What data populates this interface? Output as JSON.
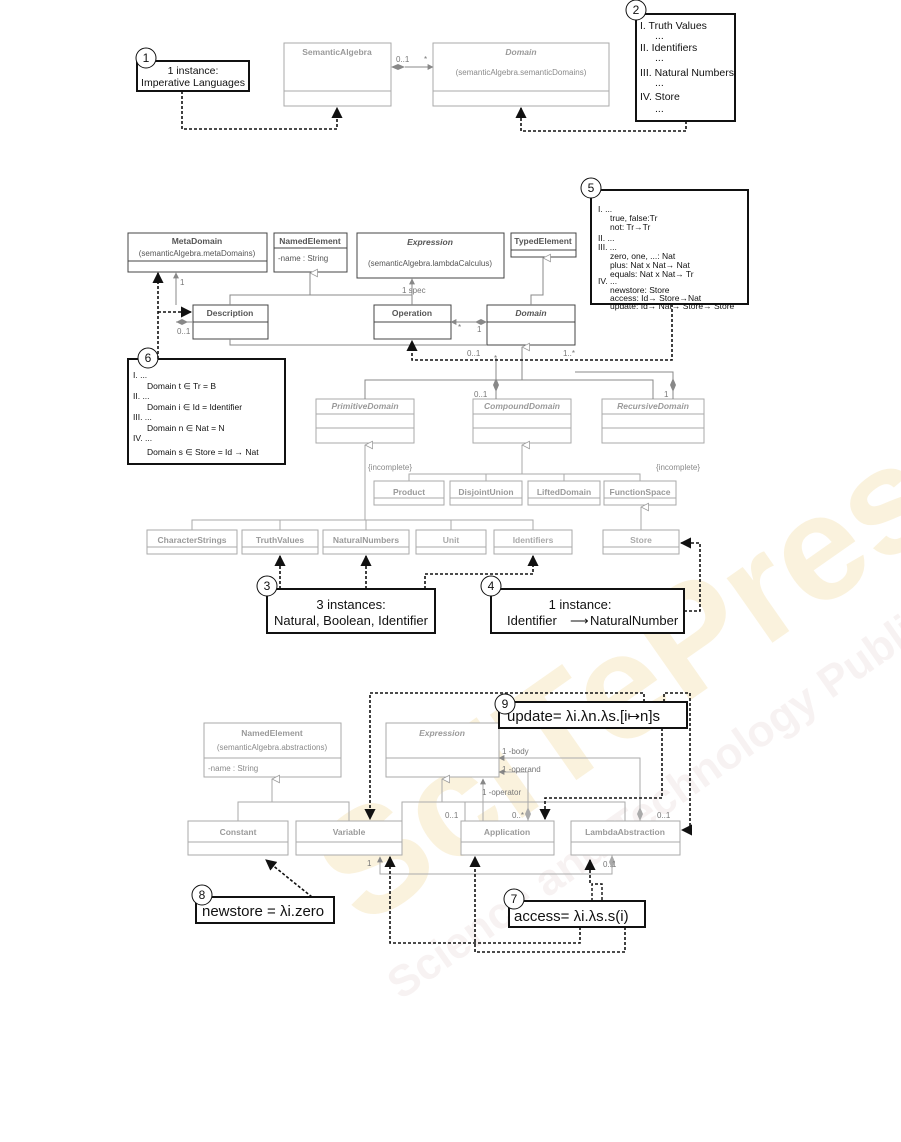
{
  "diagram_top": {
    "classes": {
      "semantic_algebra": "SemanticAlgebra",
      "domain": "Domain",
      "domain_sub": "(semanticAlgebra.semanticDomains)"
    },
    "multiplicities": {
      "left": "0..1",
      "right": "*"
    },
    "callout1": {
      "number": "1",
      "line1": "1 instance:",
      "line2": "Imperative Languages"
    },
    "callout2": {
      "number": "2",
      "lines": [
        "I. Truth Values",
        "...",
        "II. Identifiers",
        "...",
        "III. Natural Numbers",
        "...",
        "IV. Store",
        "..."
      ]
    }
  },
  "diagram_middle": {
    "classes": {
      "metadomain": "MetaDomain",
      "metadomain_sub": "(semanticAlgebra.metaDomains)",
      "named_element": "NamedElement",
      "named_attr": "-name : String",
      "expression": "Expression",
      "expression_sub": "(semanticAlgebra.lambdaCalculus)",
      "typed_element": "TypedElement",
      "description": "Description",
      "operation": "Operation",
      "domain": "Domain",
      "primitive": "PrimitiveDomain",
      "compound": "CompoundDomain",
      "recursive": "RecursiveDomain",
      "product": "Product",
      "disjoint": "DisjointUnion",
      "lifted": "LiftedDomain",
      "function_space": "FunctionSpace",
      "character_strings": "CharacterStrings",
      "truth_values": "TruthValues",
      "natural_numbers": "NaturalNumbers",
      "unit": "Unit",
      "identifiers": "Identifiers",
      "store": "Store"
    },
    "labels": {
      "incomplete_left": "{incomplete}",
      "incomplete_right": "{incomplete}",
      "m_1": "1",
      "m_01a": "0..1",
      "m_1spec": "1 spec",
      "m_star": "*",
      "m_1b": "1",
      "m_01b": "0..1",
      "m_star2": "*",
      "m_1star": "1..*",
      "m_01c": "0..1",
      "m_1c": "1"
    },
    "callout3": {
      "number": "3",
      "line1": "3 instances:",
      "line2": "Natural, Boolean, Identifier"
    },
    "callout4": {
      "number": "4",
      "line1": "1 instance:",
      "line2_a": "Identifier",
      "line2_arrow": "⟶",
      "line2_b": "NaturalNumber"
    },
    "callout5": {
      "number": "5",
      "lines": [
        "I.   ...",
        "true, false:Tr",
        "not: Tr→Tr",
        "II.  ...",
        "III. ...",
        "zero, one, ...: Nat",
        "plus: Nat x Nat→ Nat",
        "equals: Nat x Nat→ Tr",
        "IV. ...",
        "newstore: Store",
        "access: Id→ Store→Nat",
        "update: Id→ Nat→ Store→ Store"
      ]
    },
    "callout6": {
      "number": "6",
      "lines": [
        "I.   ...",
        "Domain t ∈ Tr = B",
        "II.  ...",
        "Domain i ∈ Id = Identifier",
        "III. ...",
        "Domain n ∈ Nat = N",
        "IV. ...",
        "Domain s ∈ Store = Id → Nat"
      ]
    }
  },
  "diagram_bottom": {
    "classes": {
      "named_element": "NamedElement",
      "named_sub": "(semanticAlgebra.abstractions)",
      "named_attr": "-name : String",
      "expression": "Expression",
      "constant": "Constant",
      "variable": "Variable",
      "application": "Application",
      "lambda": "LambdaAbstraction"
    },
    "labels": {
      "body": "1 -body",
      "operand": "1 -operand",
      "operator": "1    -operator",
      "m01a": "0..1",
      "m01b": "0..*",
      "m01c": "0..1",
      "m1": "1",
      "m01d": "0..1"
    },
    "callout7": {
      "number": "7",
      "text": "access= λi.λs.s(i)"
    },
    "callout8": {
      "number": "8",
      "text": "newstore = λi.zero"
    },
    "callout9": {
      "number": "9",
      "text": "update= λi.λn.λs.[i↦n]s"
    }
  },
  "watermark": {
    "main": "SciTePress",
    "sub": "Science and Technology Publications"
  }
}
